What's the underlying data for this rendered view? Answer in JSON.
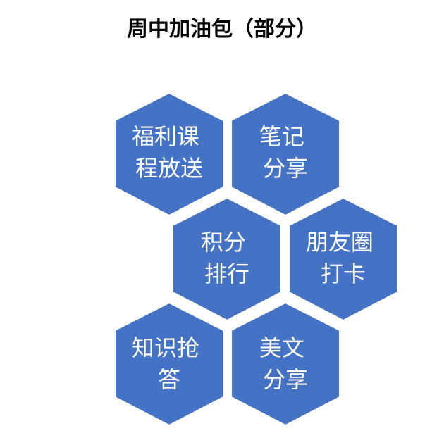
{
  "title": "周中加油包（部分）",
  "colors": {
    "hex_fill": "#4472C4",
    "hex_stroke": "#ffffff",
    "label": "#ffffff"
  },
  "items": [
    {
      "lines": [
        "福利课",
        "程放送"
      ]
    },
    {
      "lines": [
        "笔记",
        "分享"
      ]
    },
    {
      "lines": [
        "积分",
        "排行"
      ]
    },
    {
      "lines": [
        "朋友圈",
        "打卡"
      ]
    },
    {
      "lines": [
        "知识抢",
        "答"
      ]
    },
    {
      "lines": [
        "美文",
        "分享"
      ]
    }
  ]
}
